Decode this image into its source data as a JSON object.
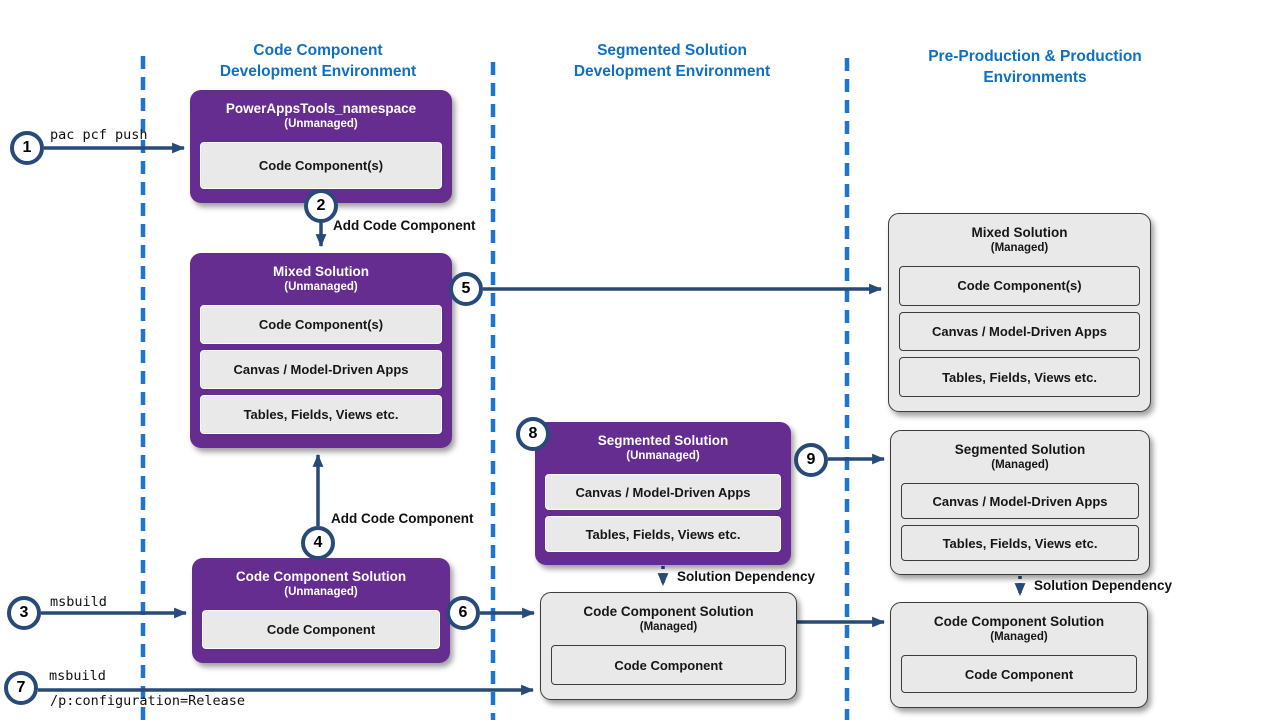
{
  "columns": [
    {
      "line1": "Code Component",
      "line2": "Development Environment"
    },
    {
      "line1": "Segmented Solution",
      "line2": "Development Environment"
    },
    {
      "line1": "Pre-Production & Production",
      "line2": "Environments"
    }
  ],
  "boxes": [
    {
      "title": "PowerAppsTools_namespace",
      "subtitle": "(Unmanaged)",
      "kind": "unmanaged",
      "items": [
        "Code Component(s)"
      ]
    },
    {
      "title": "Mixed Solution",
      "subtitle": "(Unmanaged)",
      "kind": "unmanaged",
      "items": [
        "Code Component(s)",
        "Canvas / Model-Driven Apps",
        "Tables, Fields, Views etc."
      ]
    },
    {
      "title": "Code Component Solution",
      "subtitle": "(Unmanaged)",
      "kind": "unmanaged",
      "items": [
        "Code Component"
      ]
    },
    {
      "title": "Segmented Solution",
      "subtitle": "(Unmanaged)",
      "kind": "unmanaged",
      "items": [
        "Canvas / Model-Driven Apps",
        "Tables, Fields, Views etc."
      ]
    },
    {
      "title": "Mixed Solution",
      "subtitle": "(Managed)",
      "kind": "managed",
      "items": [
        "Code Component(s)",
        "Canvas / Model-Driven Apps",
        "Tables, Fields, Views etc."
      ]
    },
    {
      "title": "Segmented Solution",
      "subtitle": "(Managed)",
      "kind": "managed",
      "items": [
        "Canvas / Model-Driven Apps",
        "Tables, Fields, Views etc."
      ]
    },
    {
      "title": "Code Component Solution",
      "subtitle": "(Managed)",
      "kind": "managed",
      "items": [
        "Code Component"
      ]
    },
    {
      "title": "Code Component Solution",
      "subtitle": "(Managed)",
      "kind": "managed",
      "items": [
        "Code Component"
      ]
    }
  ],
  "steps": [
    {
      "number": "1",
      "label": "pac pcf push"
    },
    {
      "number": "2",
      "label": "Add Code Component"
    },
    {
      "number": "3",
      "label": "msbuild"
    },
    {
      "number": "4",
      "label": "Add Code Component"
    },
    {
      "number": "5"
    },
    {
      "number": "6"
    },
    {
      "number": "7",
      "label_line1": "msbuild",
      "label_line2": "/p:configuration=Release"
    },
    {
      "number": "8"
    },
    {
      "number": "9"
    }
  ],
  "annotations": {
    "solution_dependency_mid": "Solution Dependency",
    "solution_dependency_right": "Solution Dependency"
  },
  "colors": {
    "unmanaged_purple": "#662d91",
    "managed_gray_fill": "#e9e9e9",
    "arrow_navy": "#274a78",
    "divider_blue": "#1b76d1",
    "header_blue": "#0f70c2"
  }
}
